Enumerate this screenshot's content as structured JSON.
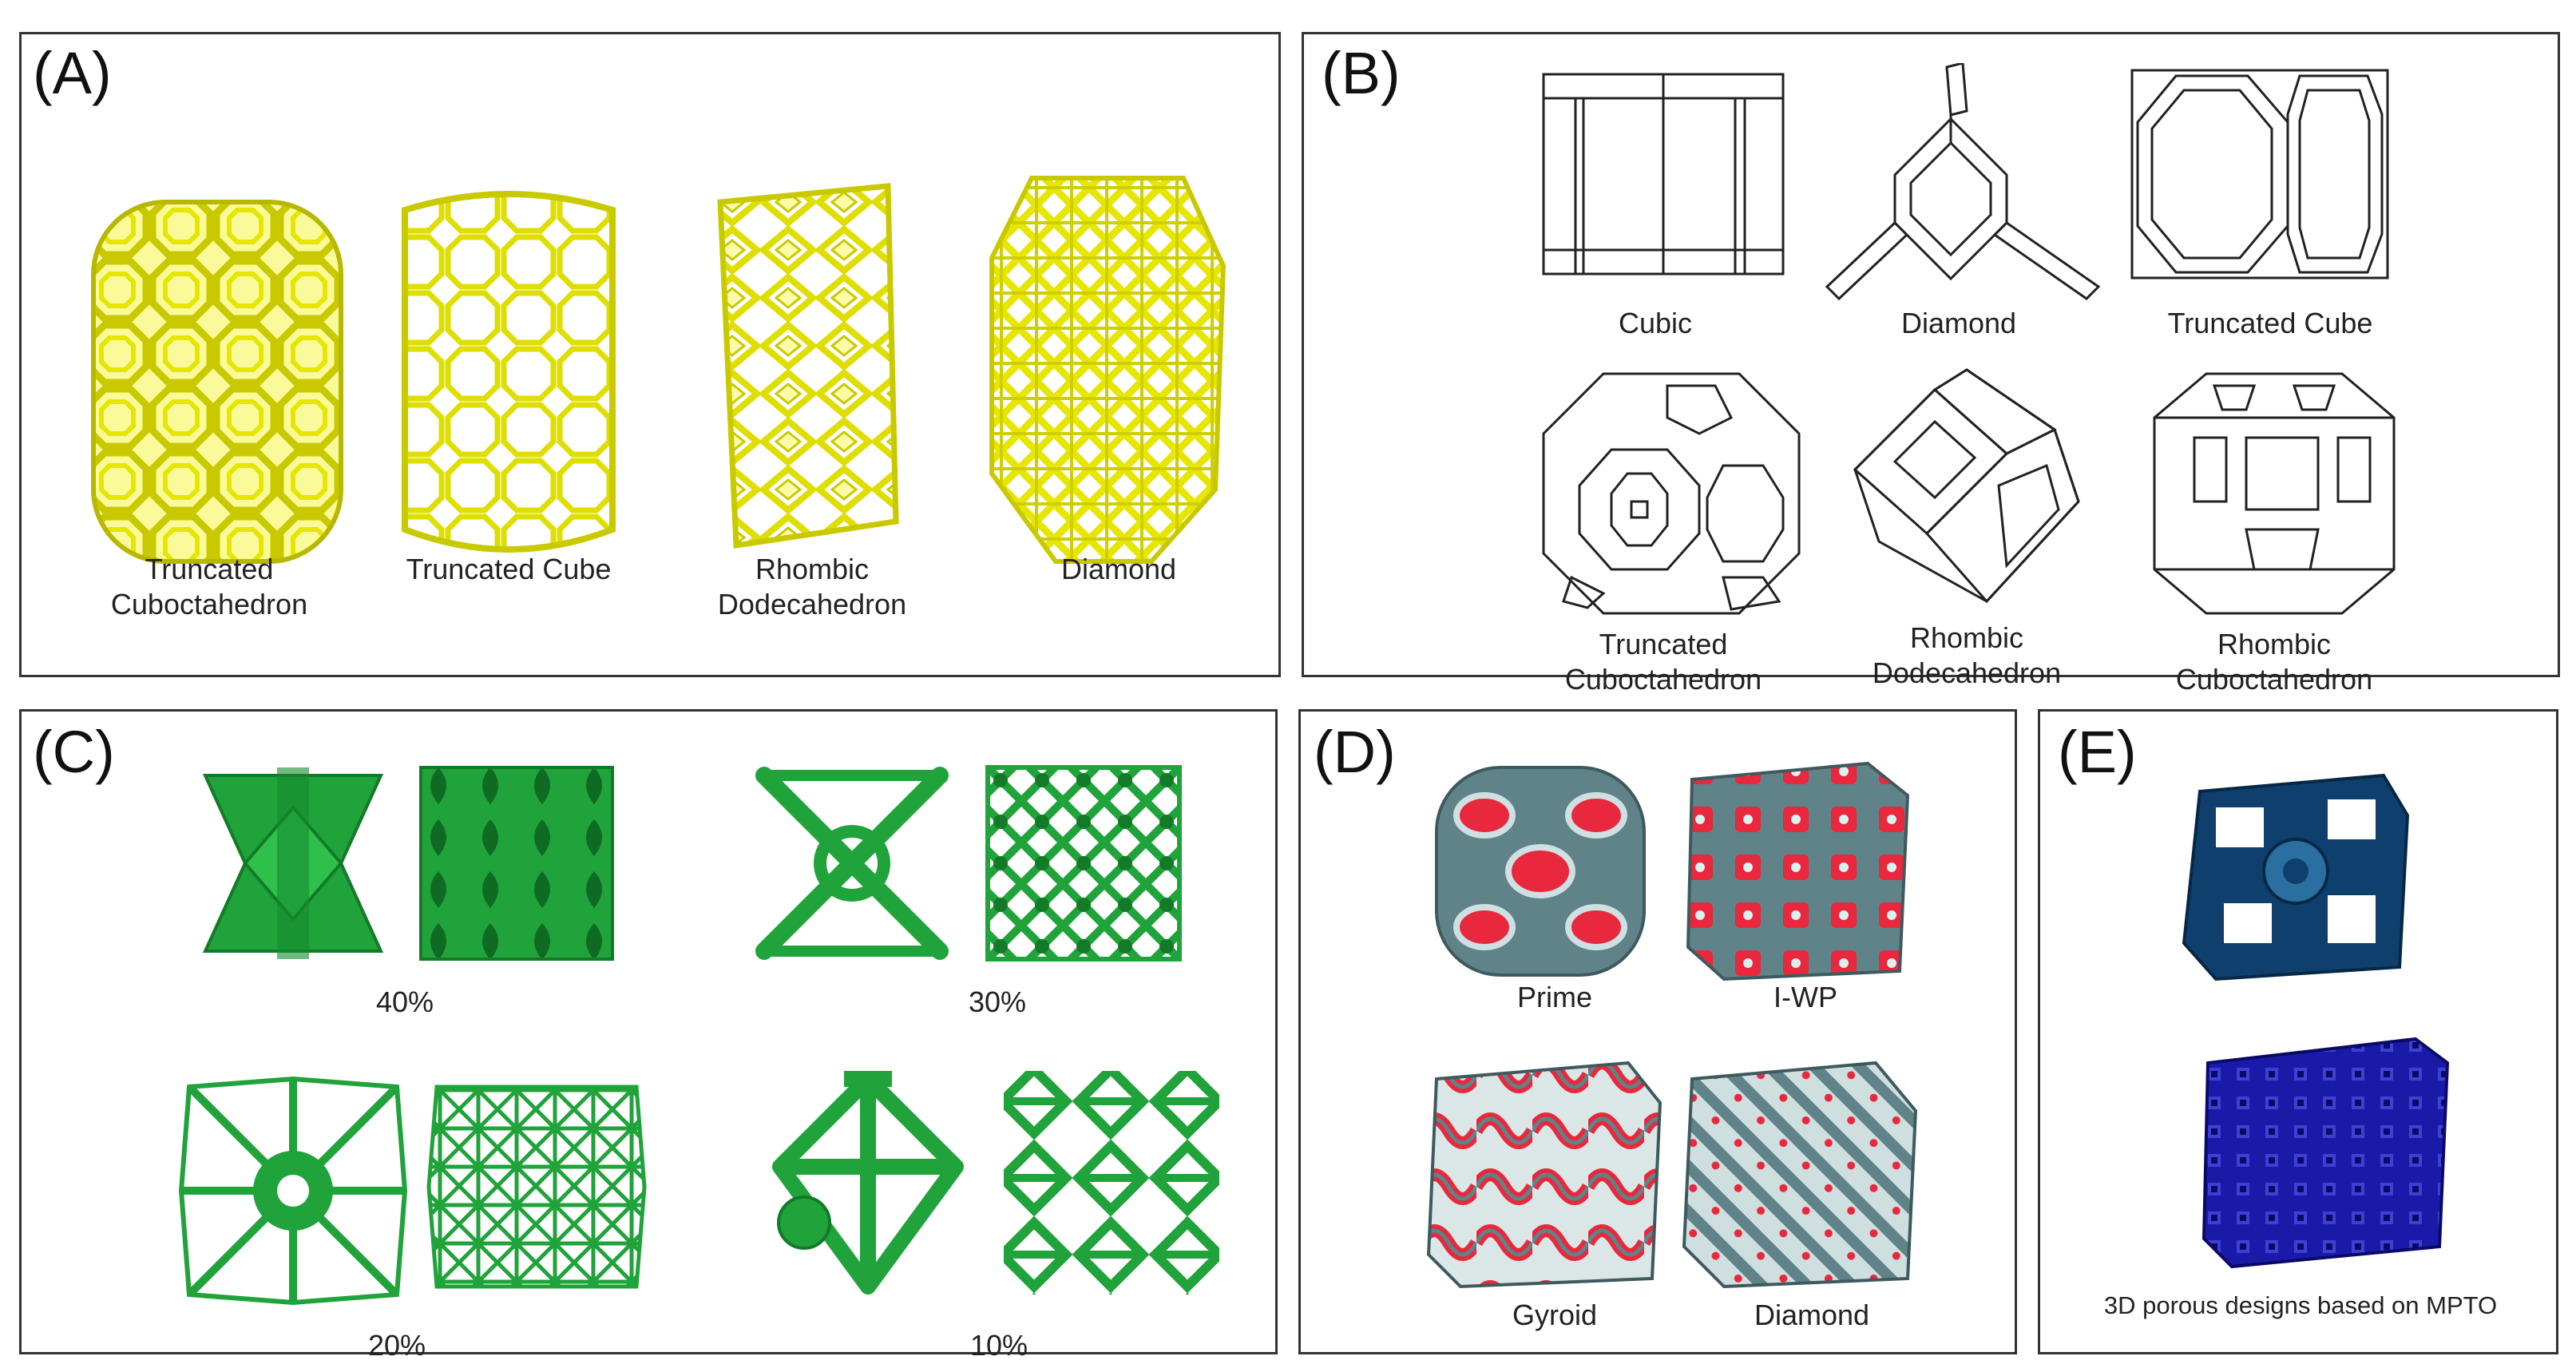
{
  "panels": {
    "a": {
      "label": "(A)",
      "captions": [
        "Truncated\nCuboctahedron",
        "Truncated Cube",
        "Rhombic\nDodecahedron",
        "Diamond"
      ],
      "color": "#e6e600"
    },
    "b": {
      "label": "(B)",
      "captions": [
        "Cubic",
        "Diamond",
        "Truncated Cube",
        "Truncated\nCuboctahedron",
        "Rhombic\nDodecahedron",
        "Rhombic\nCuboctahedron"
      ]
    },
    "c": {
      "label": "(C)",
      "captions": [
        "40%",
        "30%",
        "20%",
        "10%"
      ],
      "color": "#1fa33a"
    },
    "d": {
      "label": "(D)",
      "captions": [
        "Prime",
        "I-WP",
        "Gyroid",
        "Diamond"
      ],
      "colors": {
        "surface": "#5f8388",
        "inner": "#e8283c"
      }
    },
    "e": {
      "label": "(E)",
      "caption": "3D porous designs based on MPTO",
      "colors": {
        "top": "#0e3f6d",
        "bottom": "#1a1aa8"
      }
    }
  }
}
